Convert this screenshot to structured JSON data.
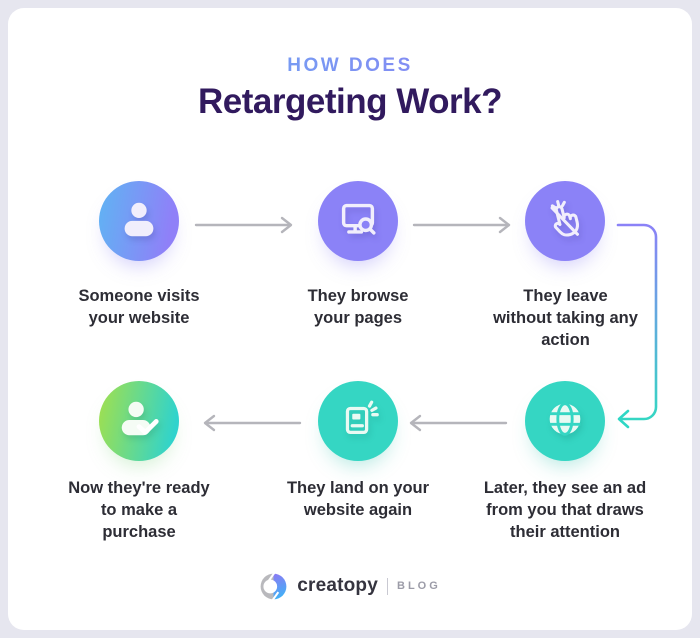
{
  "header": {
    "kicker": "HOW DOES",
    "title": "Retargeting Work?"
  },
  "steps": [
    {
      "label": "Someone visits your website",
      "icon": "person-icon"
    },
    {
      "label": "They browse your pages",
      "icon": "monitor-search-icon"
    },
    {
      "label": "They leave without taking any action",
      "icon": "no-click-hand-icon"
    },
    {
      "label": "Later, they see an ad from you that draws their attention",
      "icon": "globe-icon"
    },
    {
      "label": "They land on your website again",
      "icon": "ad-page-icon"
    },
    {
      "label": "Now they're ready to make a purchase",
      "icon": "person-check-icon"
    }
  ],
  "footer": {
    "brand": "creatopy",
    "suffix": "BLOG"
  },
  "colors": {
    "page_background": "#e6e6ef",
    "card_background": "#ffffff",
    "kicker_gradient_start": "#6caaf2",
    "kicker_gradient_end": "#8e7ef4",
    "title_text": "#311a5e",
    "label_text": "#2d2d35",
    "circle_purple": "#8b82f7",
    "circle_blue_purple_start": "#5fb4f3",
    "circle_blue_purple_end": "#8f80f8",
    "circle_teal": "#35d6c3",
    "circle_green_start": "#a3e04b",
    "circle_green_end": "#2fd3cd",
    "arrow_gray": "#b5b5bb",
    "connector_gradient_start": "#8b82f7",
    "connector_gradient_end": "#35d6c3",
    "brand_text": "#35343f",
    "brand_suffix_text": "#9c9ca8"
  }
}
